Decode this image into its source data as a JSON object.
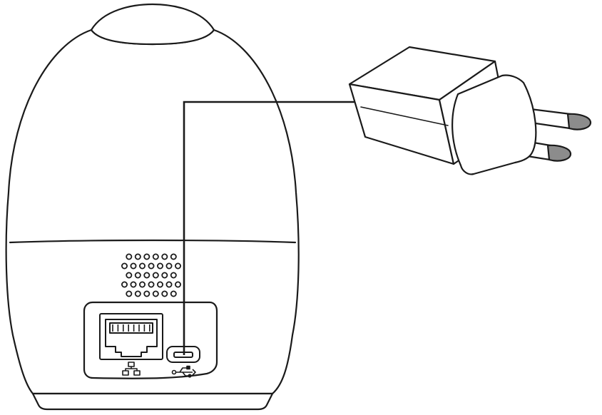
{
  "diagram": {
    "stroke_color": "#1a1a1a",
    "fill_color": "#ffffff",
    "prong_tip_color": "#8c8c8c",
    "components": [
      {
        "id": "camera",
        "icon": "camera-body-icon"
      },
      {
        "id": "ethernet-port",
        "icon": "network-icon"
      },
      {
        "id": "micro-usb-port",
        "icon": "usb-icon"
      },
      {
        "id": "power-adapter",
        "icon": "power-plug-icon"
      }
    ],
    "speaker_grille": {
      "rows": [
        6,
        7,
        6,
        7,
        6
      ]
    }
  }
}
